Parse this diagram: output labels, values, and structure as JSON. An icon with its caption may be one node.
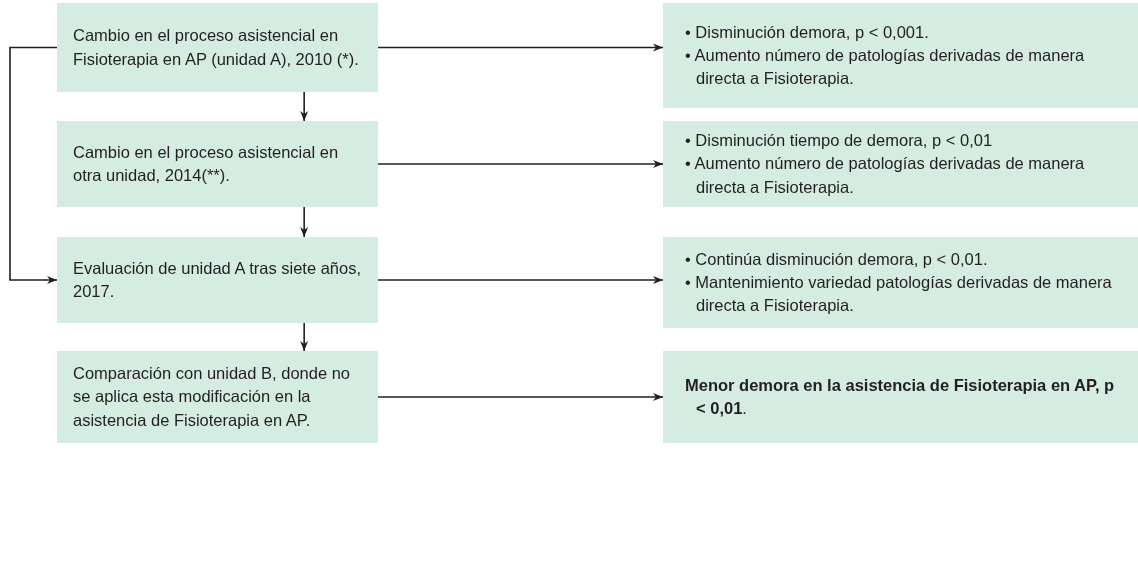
{
  "diagram": {
    "nodes": [
      {
        "text": [
          "Cambio en el proceso asistencial en Fisioterapia en AP (unidad A), 2010 (*)."
        ]
      },
      {
        "text": [
          "• Disminución demora, p < 0,001.",
          "• Aumento número de patologías derivadas de manera directa a Fisioterapia."
        ]
      },
      {
        "text": [
          "Cambio en el proceso asistencial en otra unidad, 2014(**)."
        ]
      },
      {
        "text": [
          "• Disminución tiempo de demora, p < 0,01",
          "• Aumento número de patologías derivadas de manera directa a Fisioterapia."
        ]
      },
      {
        "text": [
          "Evaluación de unidad A tras siete años, 2017."
        ]
      },
      {
        "text": [
          "• Continúa disminución demora, p < 0,01.",
          "• Mantenimiento variedad patologías derivadas de manera directa a Fisioterapia."
        ]
      },
      {
        "text": [
          "Comparación con unidad B, donde no se aplica esta modificación en la asistencia de Fisioterapia en AP."
        ]
      },
      {
        "text": [
          "**Menor demora en la asistencia de Fisioterapia en AP, p < 0,01**."
        ]
      }
    ],
    "edges": [
      {
        "from": 0,
        "to": 1,
        "arrow": "to"
      },
      {
        "from": 0,
        "to": 2,
        "arrow": "to"
      },
      {
        "from": 2,
        "to": 3,
        "arrow": "to"
      },
      {
        "from": 2,
        "to": 4,
        "arrow": "to"
      },
      {
        "from": 4,
        "to": 5,
        "arrow": "to"
      },
      {
        "from": 4,
        "to": 6,
        "arrow": "to"
      },
      {
        "from": 6,
        "to": 7,
        "arrow": "to"
      },
      {
        "from": 0,
        "to": 4,
        "arrow": "to"
      }
    ]
  }
}
